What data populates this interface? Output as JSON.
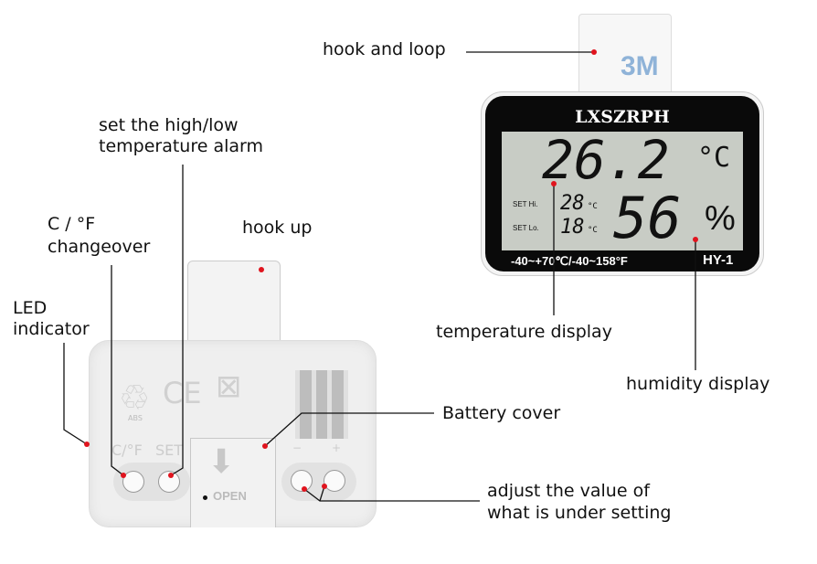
{
  "labels": {
    "hook_and_loop": "hook and loop",
    "alarm_line1": "set the high/low",
    "alarm_line2": "temperature alarm",
    "changeover_line1": "C / °F",
    "changeover_line2": "changeover",
    "led_line1": "LED",
    "led_line2": "indicator",
    "hook_up": "hook up",
    "temperature_display": "temperature display",
    "humidity_display": "humidity display",
    "battery_cover": "Battery cover",
    "adjust_line1": "adjust the value of",
    "adjust_line2": "what is under setting"
  },
  "front": {
    "brand": "LXSZRPH",
    "temperature": "26.2",
    "temp_unit": "°C",
    "set_hi_label": "SET Hi.",
    "set_hi_value": "28",
    "set_lo_label": "SET Lo.",
    "set_lo_value": "18",
    "small_unit": "°C",
    "humidity": "56",
    "humidity_unit": "%",
    "range": "-40~+70℃/-40~158°F",
    "model": "HY-1"
  },
  "back": {
    "cf_label": "C/°F",
    "set_label": "SET",
    "abs_label": "ABS",
    "ce_mark": "CE",
    "open_label": "OPEN",
    "minus": "−",
    "plus": "+"
  },
  "colors": {
    "pointer": "#e0141e",
    "lcd": "#c8ccc5",
    "bezel": "#0a0a0a",
    "body": "#efefef"
  }
}
